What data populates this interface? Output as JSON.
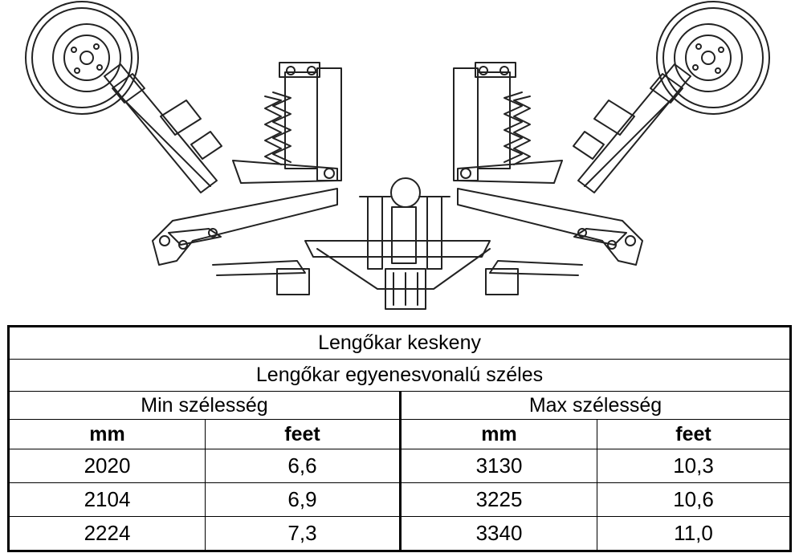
{
  "drawing": {
    "icon": "double-wishbone-suspension-line-drawing"
  },
  "table": {
    "title_1": "Lengőkar keskeny",
    "title_2": "Lengőkar egyenesvonalú széles",
    "min_header": "Min szélesség",
    "max_header": "Max szélesség",
    "units": [
      "mm",
      "feet",
      "mm",
      "feet"
    ],
    "rows": [
      [
        "2020",
        "6,6",
        "3130",
        "10,3"
      ],
      [
        "2104",
        "6,9",
        "3225",
        "10,6"
      ],
      [
        "2224",
        "7,3",
        "3340",
        "11,0"
      ]
    ]
  }
}
